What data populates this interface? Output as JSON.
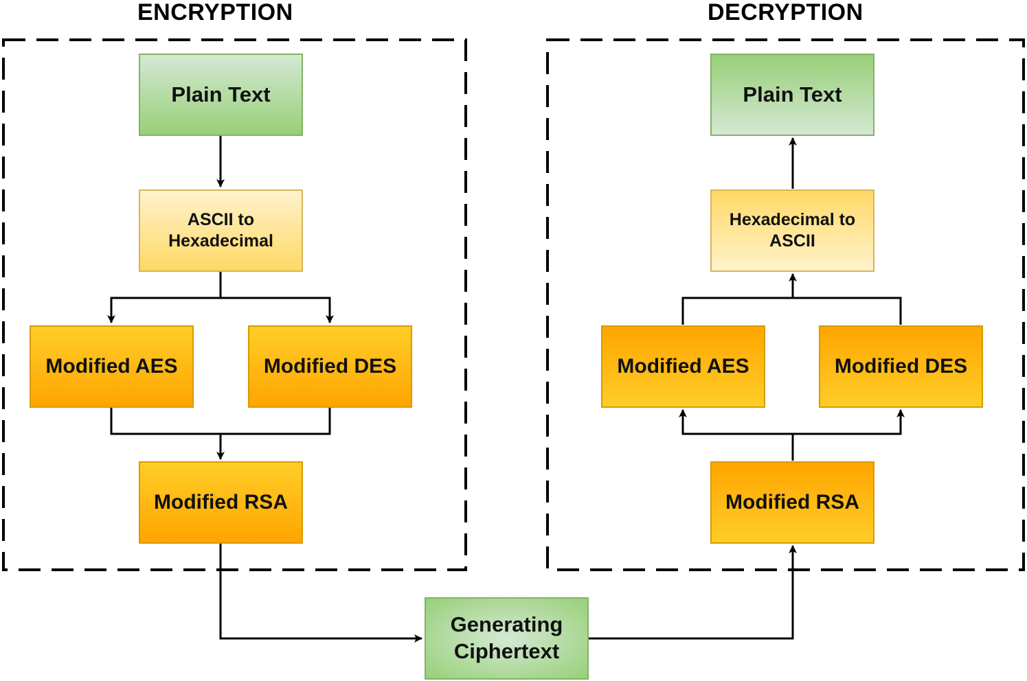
{
  "sections": {
    "encryption_title": "ENCRYPTION",
    "decryption_title": "DECRYPTION"
  },
  "encryption": {
    "plain_text": "Plain Text",
    "ascii_to_hex": [
      "ASCII to",
      "Hexadecimal"
    ],
    "aes": "Modified AES",
    "des": "Modified DES",
    "rsa": "Modified RSA"
  },
  "decryption": {
    "plain_text": "Plain Text",
    "hex_to_ascii": [
      "Hexadecimal to",
      "ASCII"
    ],
    "aes": "Modified AES",
    "des": "Modified DES",
    "rsa": "Modified RSA"
  },
  "ciphertext": [
    "Generating",
    "Ciphertext"
  ],
  "colors": {
    "green_fill_light": "#d5e8d4",
    "green_fill_dark": "#97d077",
    "green_stroke": "#82b366",
    "yellow_fill_light": "#fff2cc",
    "yellow_fill_dark": "#ffd966",
    "yellow_stroke": "#d6b656",
    "orange_fill_light": "#ffcd28",
    "orange_fill_dark": "#ffa500",
    "orange_stroke": "#d79b00",
    "line": "#000000"
  }
}
